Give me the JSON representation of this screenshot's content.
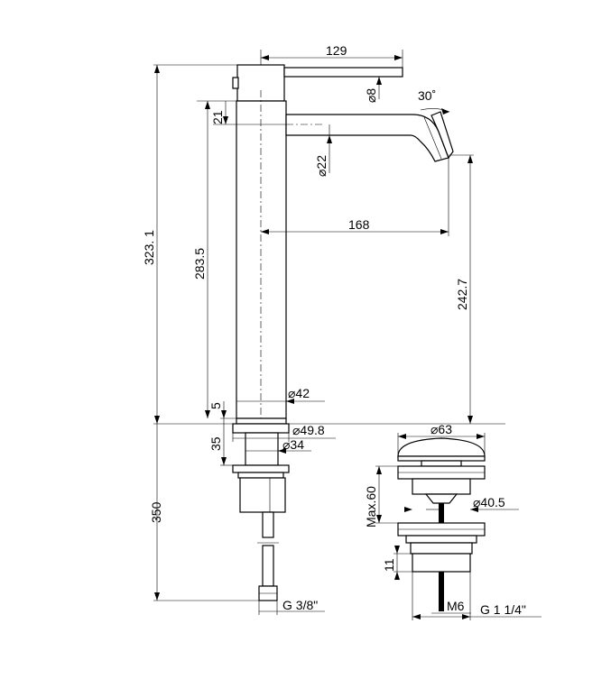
{
  "dimensions": {
    "spout_lever_length": "129",
    "lever_diameter": "⌀8",
    "spout_angle": "30˚",
    "spout_top_height": "21",
    "spout_diameter": "⌀22",
    "total_height": "323. 1",
    "body_height": "283.5",
    "spout_reach": "168",
    "spout_outlet_height": "242.7",
    "base_offset": "5",
    "body_diameter": "⌀42",
    "base_diameter": "⌀49.8",
    "shank_height": "35",
    "shank_diameter": "⌀34",
    "hose_length": "350",
    "hose_thread": "G 3/8\"",
    "waste_cap_diameter": "⌀63",
    "waste_max_height": "Max.60",
    "waste_body_diameter": "⌀40.5",
    "waste_flange_height": "11",
    "waste_rod_thread": "M6",
    "waste_thread": "G 1 1/4\""
  }
}
